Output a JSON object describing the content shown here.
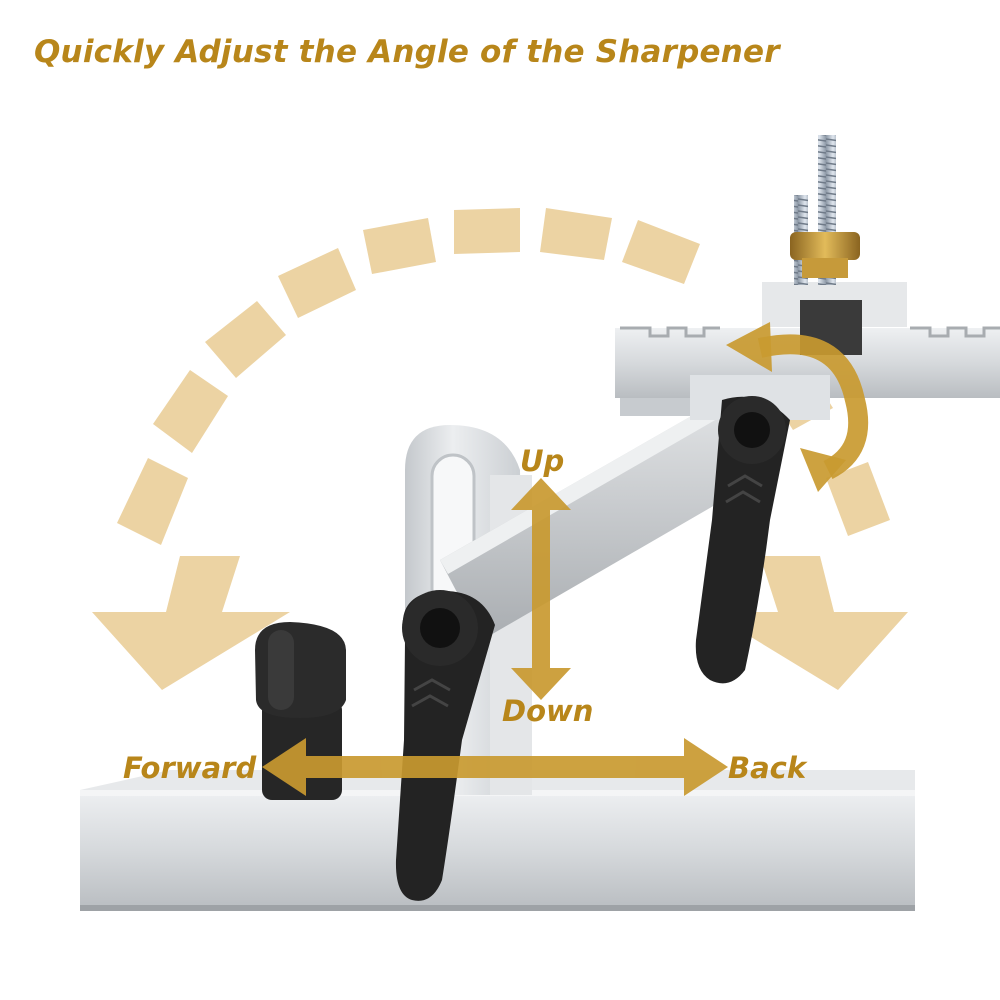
{
  "headline": "Quickly Adjust the Angle of the Sharpener",
  "labels": {
    "up": "Up",
    "down": "Down",
    "forward": "Forward",
    "back": "Back"
  },
  "colors": {
    "accent_text": "#b8861a",
    "arrow_solid": "#c99a30",
    "arrow_faded": "#ecd3a3",
    "aluminum": "#d9dcdf",
    "handle": "#1f1f1f",
    "brass": "#c8a040"
  },
  "icons": {
    "arc_arrow": "curved-double-arrow",
    "vertical_arrow": "up-down-arrow",
    "horizontal_arrow": "left-right-arrow",
    "rotate_arrow": "rotate-arrow"
  }
}
